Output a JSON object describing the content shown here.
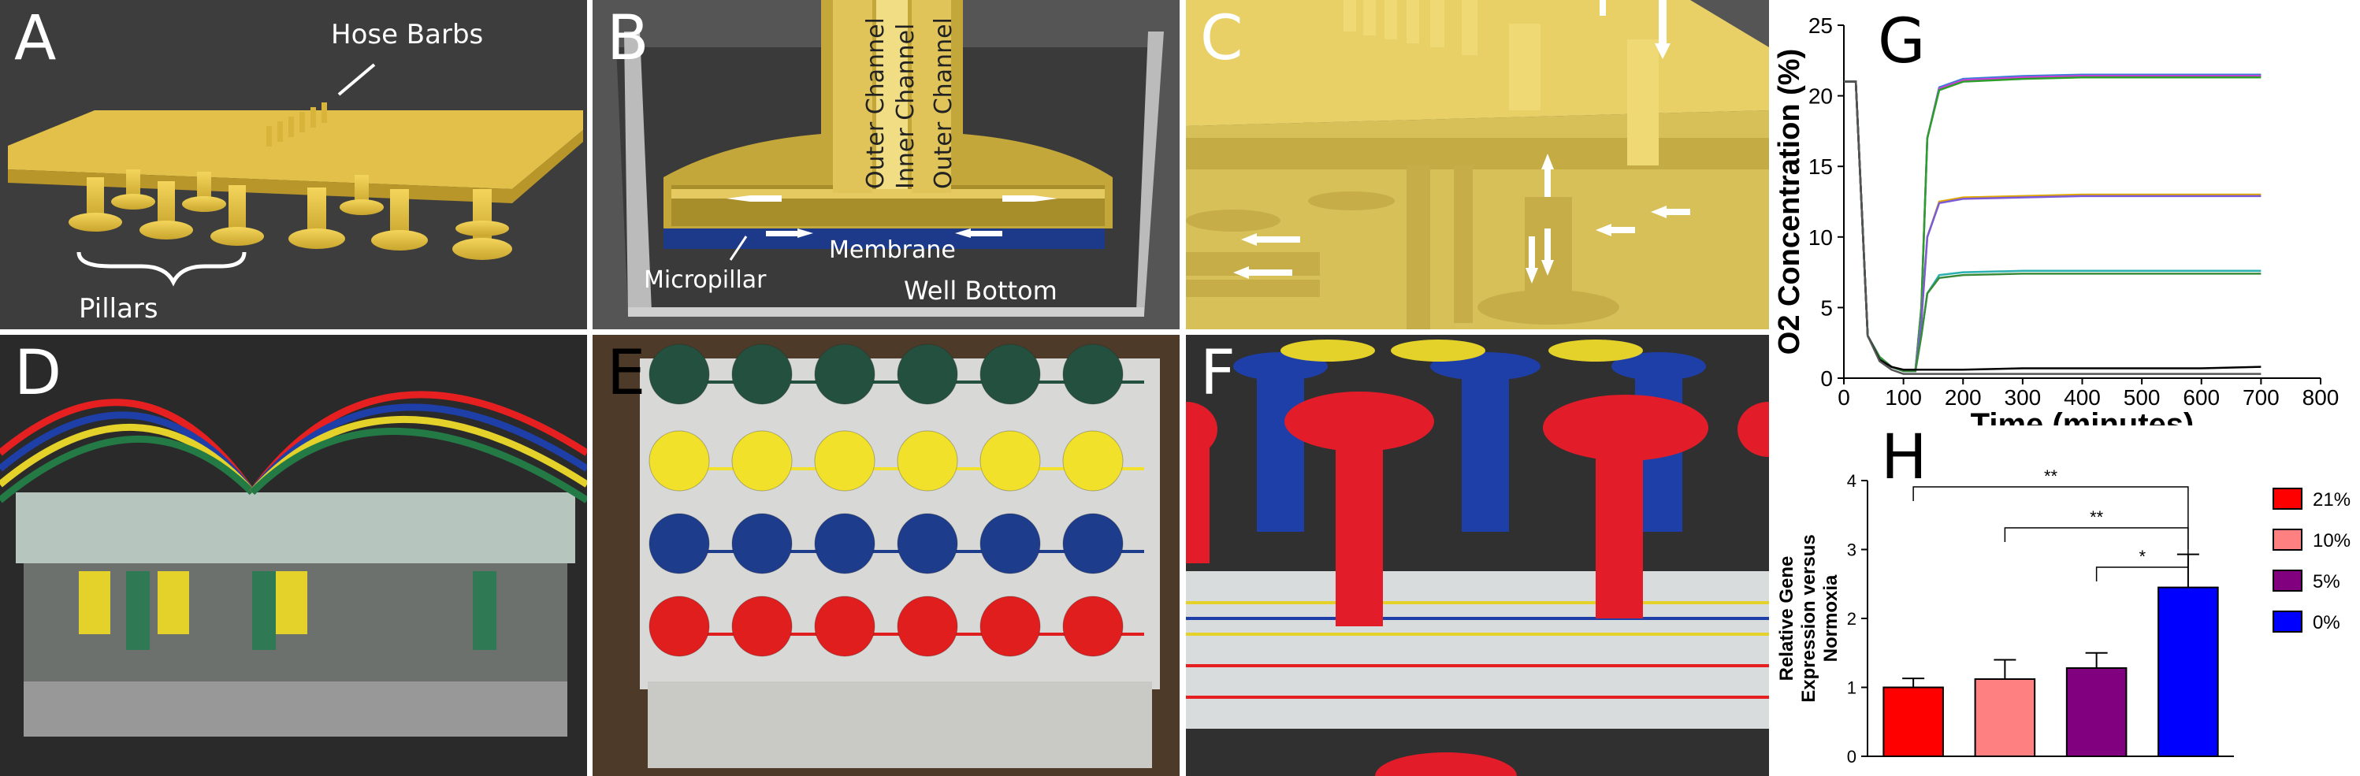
{
  "panels": {
    "A": {
      "label": "A",
      "annotations": {
        "hose_barbs": "Hose Barbs",
        "pillars": "Pillars"
      }
    },
    "B": {
      "label": "B",
      "annotations": {
        "outer_channel_left": "Outer Channel",
        "inner_channel": "Inner Channel",
        "outer_channel_right": "Outer Channel",
        "membrane": "Membrane",
        "micropillar": "Micropillar",
        "well_bottom": "Well Bottom"
      }
    },
    "C": {
      "label": "C"
    },
    "D": {
      "label": "D"
    },
    "E": {
      "label": "E"
    },
    "F": {
      "label": "F"
    },
    "G": {
      "label": "G"
    },
    "H": {
      "label": "H"
    }
  },
  "colors": {
    "yellow_part": "#e8c94a",
    "dark_bg": "#454545",
    "membrane_blue": "#1d3a8a",
    "red": "#ff0000",
    "pink": "#ff8080",
    "purple": "#800080",
    "blue": "#0000ff"
  },
  "chart_data": [
    {
      "panel": "G",
      "type": "line",
      "xlabel": "Time (minutes)",
      "ylabel": "O2 Concentration (%)",
      "xlim": [
        0,
        800
      ],
      "ylim": [
        0,
        25
      ],
      "xticks": [
        0,
        100,
        200,
        300,
        400,
        500,
        600,
        700,
        800
      ],
      "yticks": [
        0,
        5,
        10,
        15,
        20,
        25
      ],
      "series": [
        {
          "color": "#3b7dd8",
          "x": [
            0,
            20,
            30,
            40,
            60,
            80,
            100,
            120,
            130,
            140,
            160,
            200,
            300,
            400,
            500,
            600,
            700
          ],
          "y": [
            21,
            21,
            12,
            3,
            1.5,
            0.8,
            0.5,
            0.5,
            5,
            17,
            20.6,
            21.2,
            21.4,
            21.5,
            21.5,
            21.5,
            21.5
          ]
        },
        {
          "color": "#d63ad6",
          "x": [
            0,
            20,
            30,
            40,
            60,
            80,
            100,
            120,
            130,
            140,
            160,
            200,
            300,
            400,
            500,
            600,
            700
          ],
          "y": [
            21,
            21,
            12,
            3,
            1.5,
            0.8,
            0.5,
            0.5,
            5,
            17,
            20.5,
            21.1,
            21.3,
            21.4,
            21.4,
            21.4,
            21.4
          ]
        },
        {
          "color": "#2aa02a",
          "x": [
            0,
            20,
            30,
            40,
            60,
            80,
            100,
            120,
            130,
            140,
            160,
            200,
            300,
            400,
            500,
            600,
            700
          ],
          "y": [
            21,
            21,
            12,
            3,
            1.5,
            0.8,
            0.5,
            0.5,
            5,
            17,
            20.4,
            21.0,
            21.2,
            21.3,
            21.3,
            21.3,
            21.3
          ]
        },
        {
          "color": "#e0a800",
          "x": [
            0,
            20,
            30,
            40,
            60,
            80,
            100,
            120,
            130,
            140,
            160,
            200,
            300,
            400,
            500,
            600,
            700
          ],
          "y": [
            21,
            21,
            12,
            3,
            1.4,
            0.8,
            0.5,
            0.5,
            4,
            10,
            12.5,
            12.8,
            12.9,
            13.0,
            13.0,
            13.0,
            13.0
          ]
        },
        {
          "color": "#7a5ad8",
          "x": [
            0,
            20,
            30,
            40,
            60,
            80,
            100,
            120,
            130,
            140,
            160,
            200,
            300,
            400,
            500,
            600,
            700
          ],
          "y": [
            21,
            21,
            12,
            3,
            1.4,
            0.8,
            0.5,
            0.5,
            4,
            10,
            12.4,
            12.7,
            12.8,
            12.9,
            12.9,
            12.9,
            12.9
          ]
        },
        {
          "color": "#2ab0b0",
          "x": [
            0,
            20,
            30,
            40,
            60,
            80,
            100,
            120,
            130,
            140,
            160,
            200,
            300,
            400,
            500,
            600,
            700
          ],
          "y": [
            21,
            21,
            12,
            3,
            1.4,
            0.8,
            0.5,
            0.5,
            3,
            6,
            7.3,
            7.5,
            7.6,
            7.6,
            7.6,
            7.6,
            7.6
          ]
        },
        {
          "color": "#3a8a3a",
          "x": [
            0,
            20,
            30,
            40,
            60,
            80,
            100,
            120,
            130,
            140,
            160,
            200,
            300,
            400,
            500,
            600,
            700
          ],
          "y": [
            21,
            21,
            12,
            3,
            1.4,
            0.8,
            0.5,
            0.5,
            3,
            6,
            7.1,
            7.3,
            7.4,
            7.4,
            7.4,
            7.4,
            7.4
          ]
        },
        {
          "color": "#000000",
          "x": [
            0,
            20,
            30,
            40,
            60,
            80,
            100,
            120,
            130,
            140,
            160,
            200,
            300,
            400,
            500,
            600,
            700
          ],
          "y": [
            21,
            21,
            12,
            3,
            1.3,
            0.8,
            0.6,
            0.6,
            0.6,
            0.6,
            0.6,
            0.6,
            0.7,
            0.7,
            0.7,
            0.7,
            0.8
          ]
        },
        {
          "color": "#555555",
          "x": [
            0,
            20,
            30,
            40,
            60,
            80,
            100,
            120,
            130,
            140,
            160,
            200,
            300,
            400,
            500,
            600,
            700
          ],
          "y": [
            21,
            21,
            12,
            3,
            1.2,
            0.6,
            0.3,
            0.3,
            0.3,
            0.3,
            0.3,
            0.3,
            0.3,
            0.3,
            0.3,
            0.3,
            0.3
          ]
        }
      ]
    },
    {
      "panel": "H",
      "type": "bar",
      "ylabel": "Relative Gene Expression versus Normoxia",
      "categories": [
        "21%",
        "10%",
        "5%",
        "0%"
      ],
      "values": [
        1.0,
        1.12,
        1.28,
        2.45
      ],
      "errors": [
        0.13,
        0.28,
        0.22,
        0.48
      ],
      "colors": [
        "#ff0000",
        "#ff8080",
        "#800080",
        "#0000ff"
      ],
      "ylim": [
        0,
        4
      ],
      "yticks": [
        0,
        1,
        2,
        3,
        4
      ],
      "legend": [
        "21%",
        "10%",
        "5%",
        "0%"
      ],
      "legend_position": "right",
      "significance": [
        {
          "from": 0,
          "to": 3,
          "label": "**"
        },
        {
          "from": 1,
          "to": 3,
          "label": "**"
        },
        {
          "from": 2,
          "to": 3,
          "label": "*"
        }
      ]
    }
  ]
}
